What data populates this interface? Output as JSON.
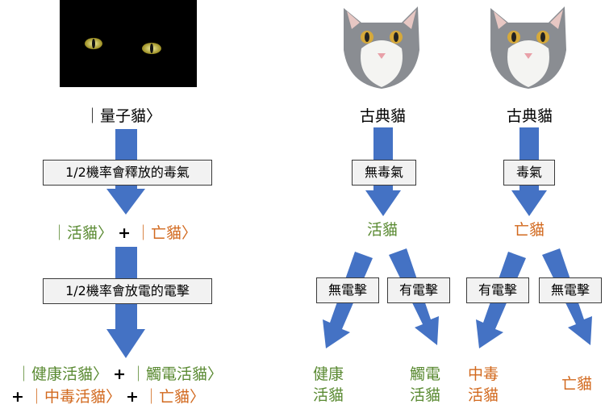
{
  "colors": {
    "arrow": "#4472c4",
    "green": "#5a8a32",
    "orange": "#d2691e",
    "box_fill": "#f2f2f2"
  },
  "quantum": {
    "title": "｜量子貓〉",
    "box1": "1/2機率會釋放的毒氣",
    "state1_alive": "｜活貓〉",
    "plus": "+",
    "state1_dead": "｜亡貓〉",
    "box2": "1/2機率會放電的電擊",
    "final_line1_a": "｜健康活貓〉",
    "final_line1_b": "｜觸電活貓〉",
    "final_line2_a": "｜中毒活貓〉",
    "final_line2_b": "｜亡貓〉"
  },
  "classical_left": {
    "title": "古典貓",
    "box": "無毒氣",
    "state": "活貓",
    "branch_left": "無電擊",
    "branch_right": "有電擊",
    "result_left_1": "健康",
    "result_left_2": "活貓",
    "result_right_1": "觸電",
    "result_right_2": "活貓"
  },
  "classical_right": {
    "title": "古典貓",
    "box": "毒氣",
    "state": "亡貓",
    "branch_left": "有電擊",
    "branch_right": "無電擊",
    "result_left_1": "中毒",
    "result_left_2": "活貓",
    "result_right": "亡貓"
  }
}
